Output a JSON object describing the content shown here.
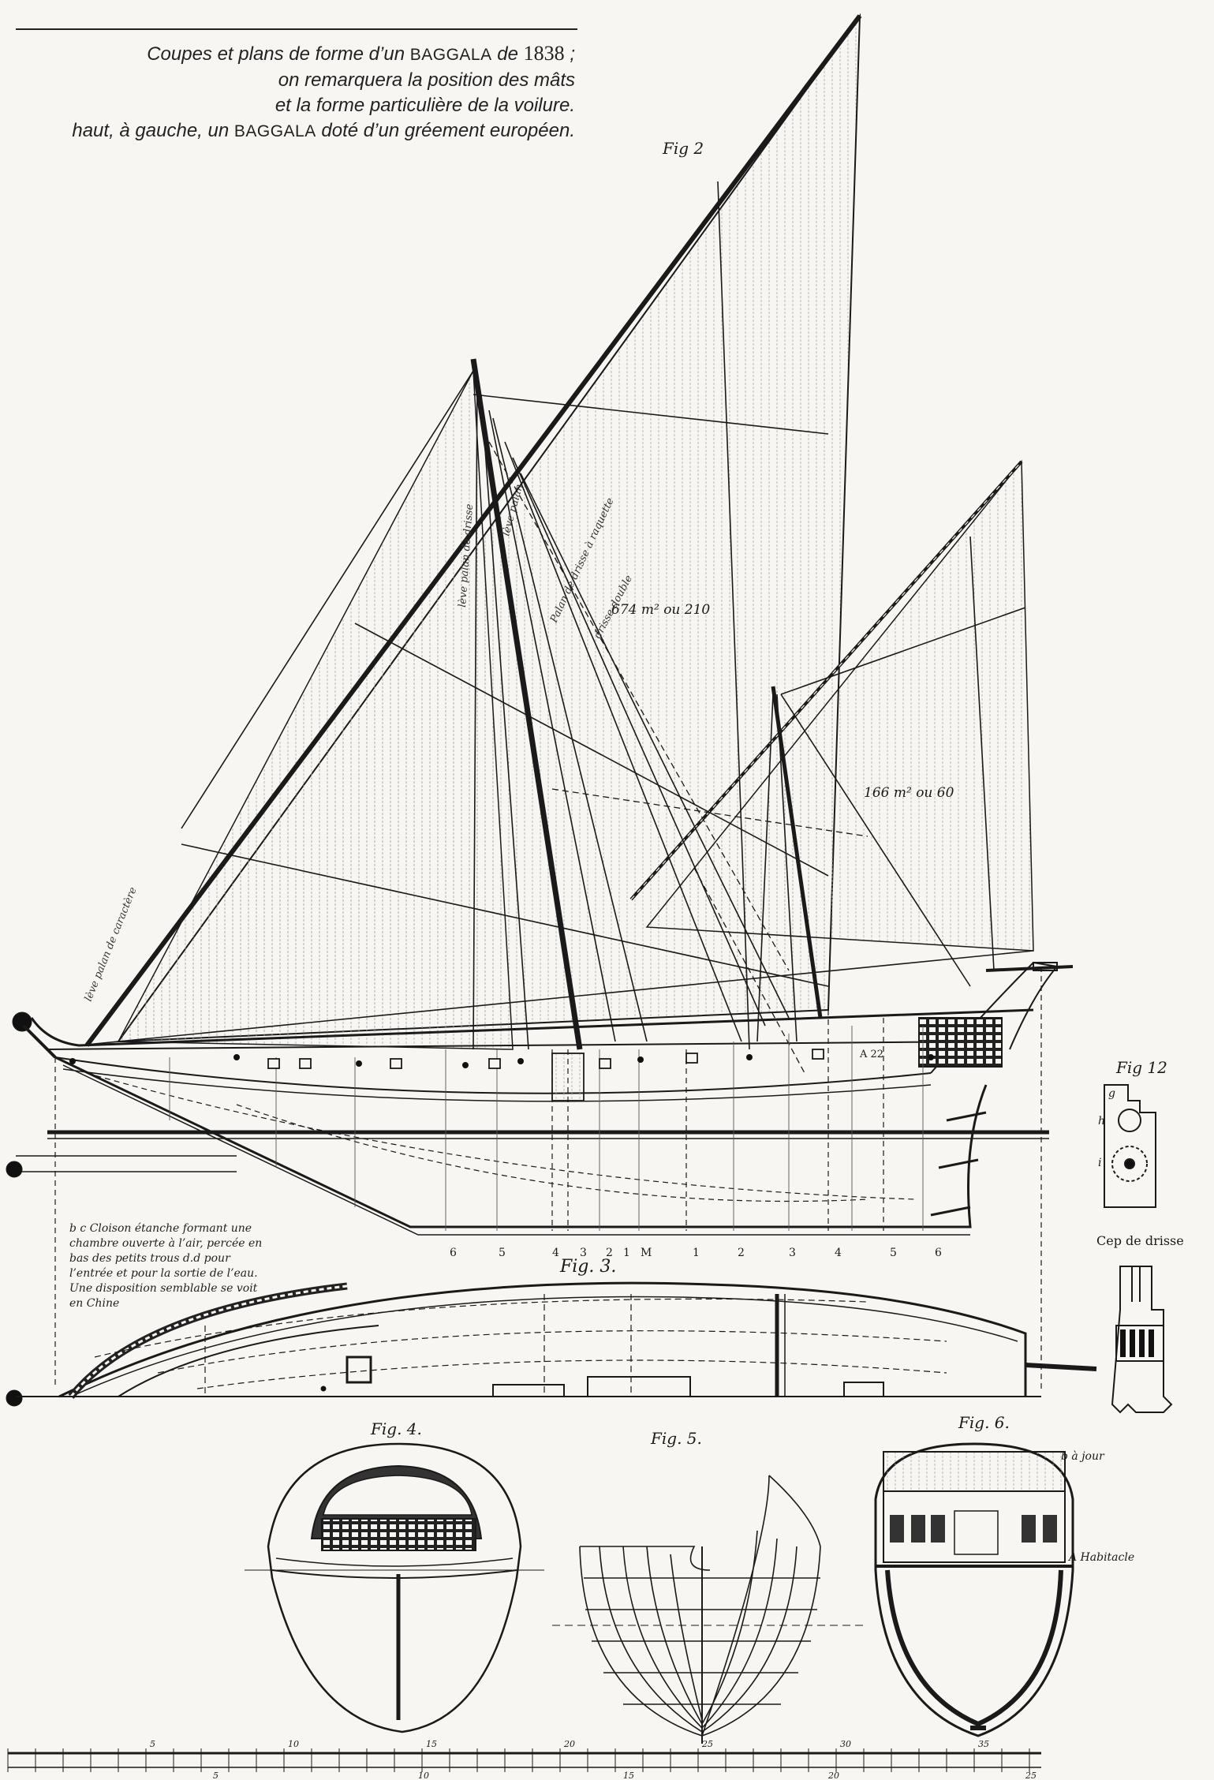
{
  "caption": {
    "line1a": "Coupes et plans de forme d’un ",
    "line1b": "BAGGALA",
    "line1c": " de ",
    "line1d": "1838",
    "line1e": " ;",
    "line2": "on remarquera la position des mâts",
    "line3": "et la forme particulière de la voilure.",
    "line4a": "haut, à gauche, un ",
    "line4b": "BAGGALA",
    "line4c": " doté d’un gréement européen."
  },
  "figures": {
    "fig2": "Fig 2",
    "fig3": "Fig. 3.",
    "fig4": "Fig. 4.",
    "fig5": "Fig. 5.",
    "fig6": "Fig. 6.",
    "fig12": "Fig 12"
  },
  "sail_areas": {
    "main": "674 m² ou 210",
    "mizzen": "166 m² ou 60"
  },
  "labels": {
    "cep_de_drisse": "Cep de drisse",
    "b_a_jour": "b à jour",
    "habitacle": "A  Habitacle",
    "note_bc": "b c Cloison étanche formant une chambre ouverte à l’air, percée en bas des petits trous d.d pour l’entrée et pour la sortie de l’eau. Une disposition semblable se voit en Chine",
    "g": "g",
    "h": "h",
    "i": "i",
    "a22": "A 22"
  },
  "station_numbers": [
    "6",
    "5",
    "4",
    "3",
    "2",
    "1",
    "M",
    "1",
    "2",
    "3",
    "4",
    "5",
    "6"
  ],
  "scale_top": [
    "5",
    "10",
    "15",
    "20",
    "25",
    "30",
    "35"
  ],
  "scale_bottom": [
    "5",
    "10",
    "15",
    "20",
    "25"
  ],
  "colors": {
    "ink": "#1a1a1a",
    "paper": "#f7f6f2"
  }
}
